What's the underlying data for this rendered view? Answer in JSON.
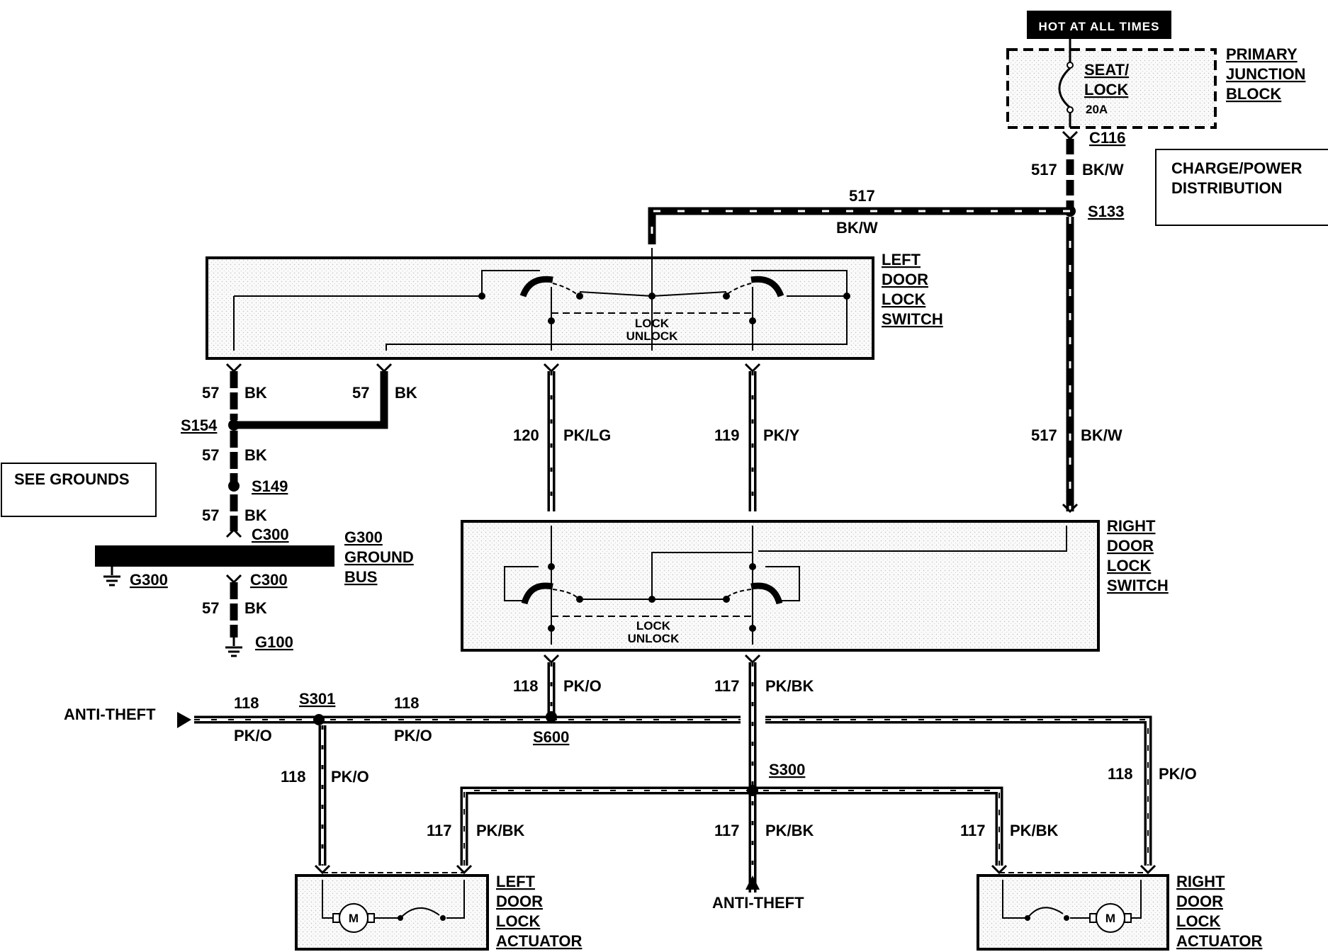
{
  "header": {
    "hot_at_all_times": "HOT AT ALL TIMES"
  },
  "fuse": {
    "name_line1": "SEAT/",
    "name_line2": "LOCK",
    "rating": "20A"
  },
  "junction_block": {
    "line1": "PRIMARY",
    "line2": "JUNCTION",
    "line3": "BLOCK"
  },
  "reference_boxes": {
    "charge_power_line1": "CHARGE/POWER",
    "charge_power_line2": "DISTRIBUTION",
    "see_grounds": "SEE GROUNDS"
  },
  "components": {
    "left_switch": [
      "LEFT",
      "DOOR",
      "LOCK",
      "SWITCH"
    ],
    "right_switch": [
      "RIGHT",
      "DOOR",
      "LOCK",
      "SWITCH"
    ],
    "left_actuator": [
      "LEFT",
      "DOOR",
      "LOCK",
      "ACTUATOR"
    ],
    "right_actuator": [
      "RIGHT",
      "DOOR",
      "LOCK",
      "ACTUATOR"
    ],
    "ground_bus": [
      "G300",
      "GROUND",
      "BUS"
    ],
    "switch_lock": "LOCK",
    "switch_unlock": "UNLOCK",
    "motor": "M"
  },
  "connectors": {
    "c116": "C116",
    "c300_top": "C300",
    "c300_bottom": "C300",
    "s133": "S133",
    "s154": "S154",
    "s149": "S149",
    "s301": "S301",
    "s600": "S600",
    "s300": "S300",
    "g300": "G300",
    "g100": "G100"
  },
  "wires": {
    "c517": "517",
    "bkw": "BK/W",
    "c57": "57",
    "bk": "BK",
    "c120": "120",
    "pklg": "PK/LG",
    "c119": "119",
    "pky": "PK/Y",
    "c118": "118",
    "pko": "PK/O",
    "c117": "117",
    "pkbk": "PK/BK"
  },
  "anti_theft": "ANTI-THEFT"
}
